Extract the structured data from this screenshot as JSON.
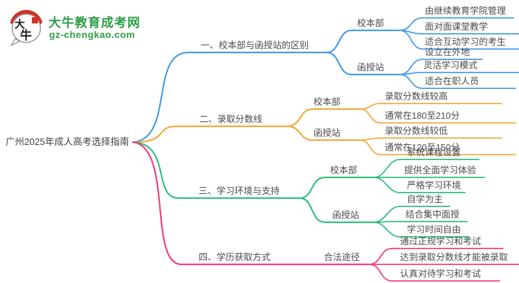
{
  "logo": {
    "brand": "大牛教育成考网",
    "domain": "gz-chengkao.com",
    "mark_top": "大",
    "mark_bottom": "牛"
  },
  "colors": {
    "branch_blue": "#459BE6",
    "branch_orange": "#F2A93B",
    "branch_green": "#2EBF7B",
    "branch_pink": "#F43A82",
    "logo_green": "#2E9E46",
    "seal_red": "#D03227",
    "text": "#4A4A4A"
  },
  "root": {
    "label": "广州2025年成人高考选择指南"
  },
  "branches": [
    {
      "label": "一、校本部与函授站的区别",
      "color": "#459BE6",
      "children": [
        {
          "label": "校本部",
          "leaves": [
            "由继续教育学院管理",
            "面对面课堂教学",
            "适合互动学习的考生"
          ]
        },
        {
          "label": "函授站",
          "leaves": [
            "设立在外地",
            "灵活学习模式",
            "适合在职人员"
          ]
        }
      ]
    },
    {
      "label": "二、录取分数线",
      "color": "#F2A93B",
      "children": [
        {
          "label": "校本部",
          "leaves": [
            "录取分数线较高",
            "通常在180至210分"
          ]
        },
        {
          "label": "函授站",
          "leaves": [
            "录取分数线较低",
            "通常在120至150分"
          ]
        }
      ]
    },
    {
      "label": "三、学习环境与支持",
      "color": "#2EBF7B",
      "children": [
        {
          "label": "校本部",
          "leaves": [
            "系统课程设置",
            "提供全面学习体验",
            "严格学习环境"
          ]
        },
        {
          "label": "函授站",
          "leaves": [
            "自学为主",
            "结合集中面授",
            "学习时间自由"
          ]
        }
      ]
    },
    {
      "label": "四、学历获取方式",
      "color": "#F43A82",
      "children": [
        {
          "label": "合法途径",
          "leaves": [
            "通过正规学习和考试",
            "达到录取分数线才能被录取",
            "认真对待学习和考试"
          ]
        }
      ]
    }
  ]
}
